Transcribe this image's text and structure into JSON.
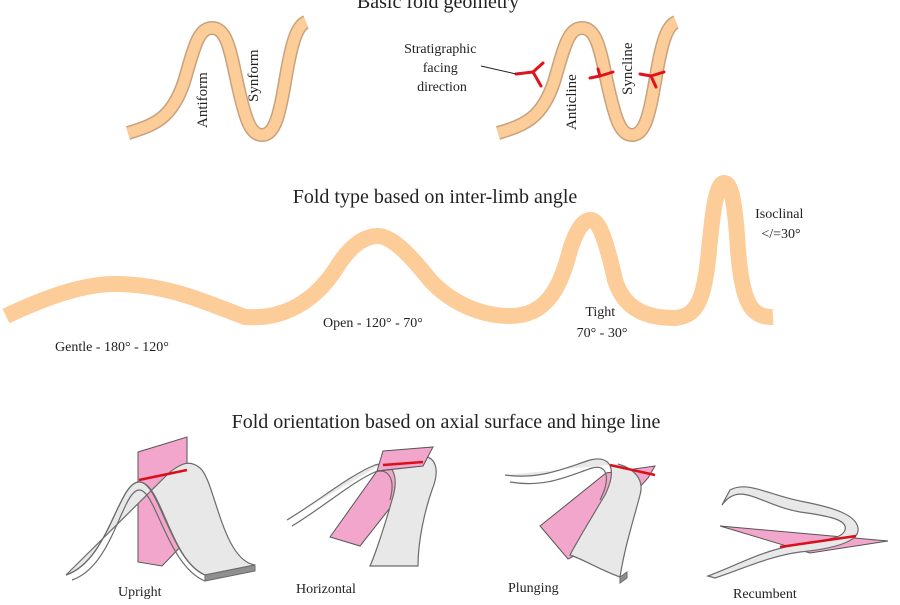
{
  "colors": {
    "layer": "#fccc99",
    "facing": "#e1121b",
    "axial_plane": "#f2a6cc",
    "sheet_fill": "#e8e8e8",
    "sheet_stroke": "#6b6b6b",
    "hinge_line": "#d9101b",
    "line": "#222222",
    "background": "#ffffff"
  },
  "section1": {
    "title": "Basic fold geometry",
    "antiform": "Antiform",
    "synform": "Synform",
    "facing_label": [
      "Stratigraphic",
      "facing",
      "direction"
    ],
    "anticline": "Anticline",
    "syncline": "Syncline"
  },
  "section2": {
    "title": "Fold type based on inter-limb angle",
    "gentle": "Gentle - 180° - 120°",
    "open": "Open - 120° - 70°",
    "tight": [
      "Tight",
      "70° - 30°"
    ],
    "isoclinal": [
      "Isoclinal",
      "</=30°"
    ]
  },
  "section3": {
    "title": "Fold orientation based on axial surface and hinge line",
    "upright": "Upright",
    "horizontal": "Horizontal",
    "plunging": "Plunging",
    "recumbent": "Recumbent"
  }
}
